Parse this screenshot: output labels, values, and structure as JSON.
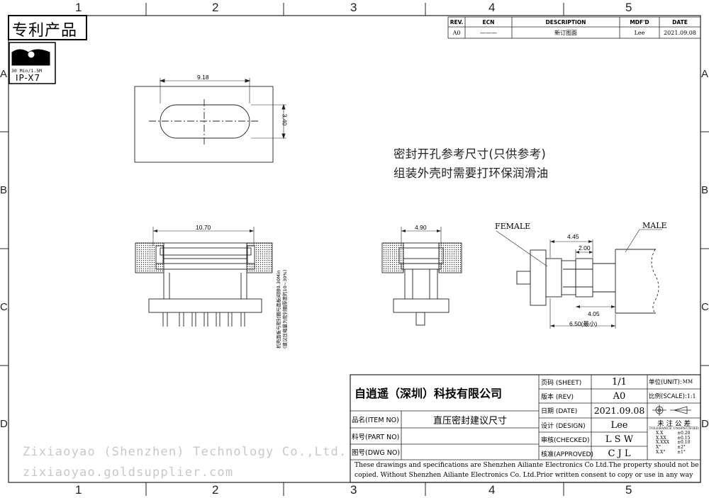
{
  "zones": {
    "columns": [
      "1",
      "2",
      "3",
      "4",
      "5"
    ],
    "rows": [
      "A",
      "B",
      "C",
      "D"
    ]
  },
  "stamp": {
    "patent": "专利产品",
    "rating_small": "30 Min/1.5M",
    "rating": "IP-X7"
  },
  "revision_table": {
    "headers": [
      "REV.",
      "ECN",
      "DESCRIPTION",
      "MDF'D",
      "DATE"
    ],
    "row": [
      "A0",
      "———",
      "新订图面",
      "Lee",
      "2021.09.08"
    ]
  },
  "notes": {
    "line1": "密封开孔参考尺寸(只供参考)",
    "line2": "组装外壳时需要打环保润滑油",
    "vertical_a": "机壳面板与密封圈与面板间隙0.30Min",
    "vertical_b": "(建议压缩量为密封圈厚度的10~30%)"
  },
  "dimensions": {
    "cutout_w": "9.18",
    "cutout_h": "3.40",
    "front_w": "10.70",
    "side_w": "4.90",
    "mate_total": "4.45",
    "mate_inner": "2.00",
    "mate_lower": "4.05",
    "mate_min": "6.50(最小)",
    "female": "FEMALE",
    "male": "MALE"
  },
  "title_block": {
    "company": "自逍遥（深圳）科技有限公司",
    "sheet_label": "页码 (SHEET)",
    "sheet_value": "1/1",
    "unit_label": "单位(UNIT):",
    "unit_value": "MM",
    "rev_label": "版本 (REV)",
    "rev_value": "A0",
    "scale_label": "比例(SCALE):",
    "scale_value": "1:1",
    "date_label": "日期 (DATE)",
    "date_value": "2021.09.08",
    "item_label": "品名(ITEM NO)",
    "item_value": "直压密封建议尺寸",
    "part_label": "料号(PART NO)",
    "dwg_label": "图号(DWG NO)",
    "design_label": "设计 (DESIGN)",
    "design_value": "Lee",
    "checked_label": "审核(CHECKED)",
    "checked_value": "L S W",
    "approved_label": "核准(APPROVED)",
    "approved_value": "C J L",
    "tol_title": "未 注 公 差",
    "tol_sub": "TOLERANCE UNSPECIFIED",
    "tol_rows": [
      {
        "k": "X.X",
        "v": "±0.20"
      },
      {
        "k": "X.XX",
        "v": "±0.15"
      },
      {
        "k": "X.XXX",
        "v": "±0.10"
      },
      {
        "k": "X°",
        "v": "±2°"
      },
      {
        "k": "X.X°",
        "v": "±1°"
      }
    ],
    "footer1": "These drawings and specifications are Shenzhen Ailiante Electronics Co Ltd.The property should not be",
    "footer2": "copied. Without Shenzhen Ailiante Electronics Co. Ltd.Prior written consent to copy or use in any way"
  },
  "watermark": {
    "line1": "Zixiaoyao (Shenzhen) Technology Co.,Ltd.",
    "line2": "zixiaoyao.goldsupplier.com"
  }
}
